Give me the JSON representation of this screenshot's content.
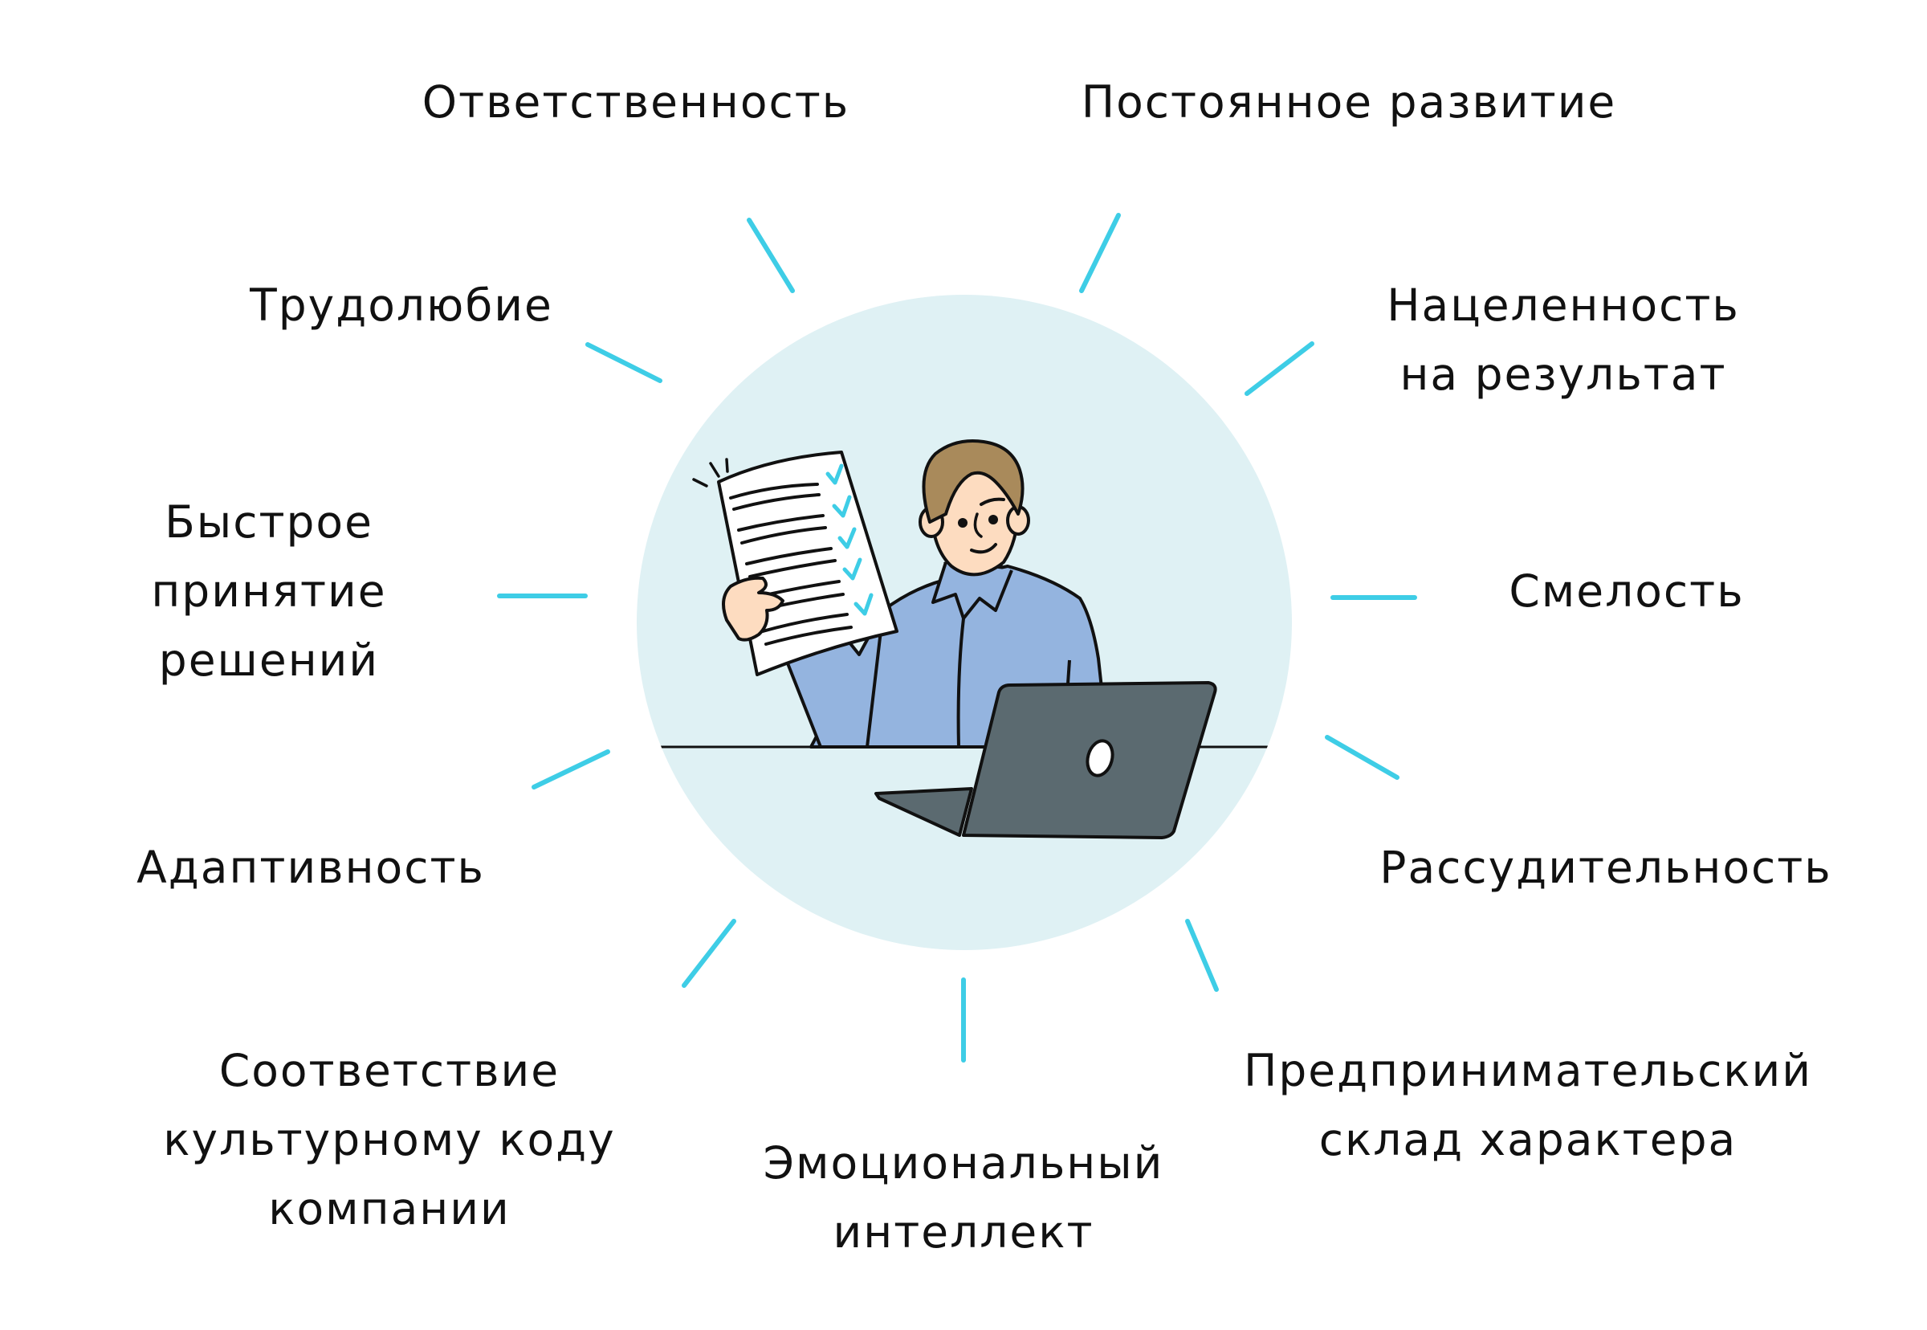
{
  "diagram": {
    "type": "radial-qualities",
    "colors": {
      "background": "#ffffff",
      "circle": "#dff1f4",
      "ray": "#3ecde6",
      "text": "#111111",
      "shirt": "#94b4df",
      "hair": "#a98a5b",
      "skin": "#fddcc0",
      "laptop": "#5b6a70",
      "outline": "#111111",
      "check": "#3ecde6"
    },
    "center_illustration": {
      "description": "Man holding a checklist document beside a laptop",
      "elements": [
        "person",
        "checklist-document",
        "laptop",
        "table-line"
      ],
      "checklist_checks": 5,
      "checklist_lines": 10
    },
    "qualities": [
      {
        "id": "responsibility",
        "lines": [
          "Ответственность"
        ]
      },
      {
        "id": "continuous-development",
        "lines": [
          "Постоянное развитие"
        ]
      },
      {
        "id": "diligence",
        "lines": [
          "Трудолюбие"
        ]
      },
      {
        "id": "result-orientation",
        "lines": [
          "Нацеленность",
          "на результат"
        ]
      },
      {
        "id": "fast-decisions",
        "lines": [
          "Быстрое",
          "принятие",
          "решений"
        ]
      },
      {
        "id": "courage",
        "lines": [
          "Смелость"
        ]
      },
      {
        "id": "adaptability",
        "lines": [
          "Адаптивность"
        ]
      },
      {
        "id": "prudence",
        "lines": [
          "Рассудительность"
        ]
      },
      {
        "id": "culture-fit",
        "lines": [
          "Соответствие",
          "культурному коду",
          "компании"
        ]
      },
      {
        "id": "emotional-intelligence",
        "lines": [
          "Эмоциональный",
          "интеллект"
        ]
      },
      {
        "id": "entrepreneurial",
        "lines": [
          "Предпринимательский",
          "склад характера"
        ]
      }
    ]
  }
}
